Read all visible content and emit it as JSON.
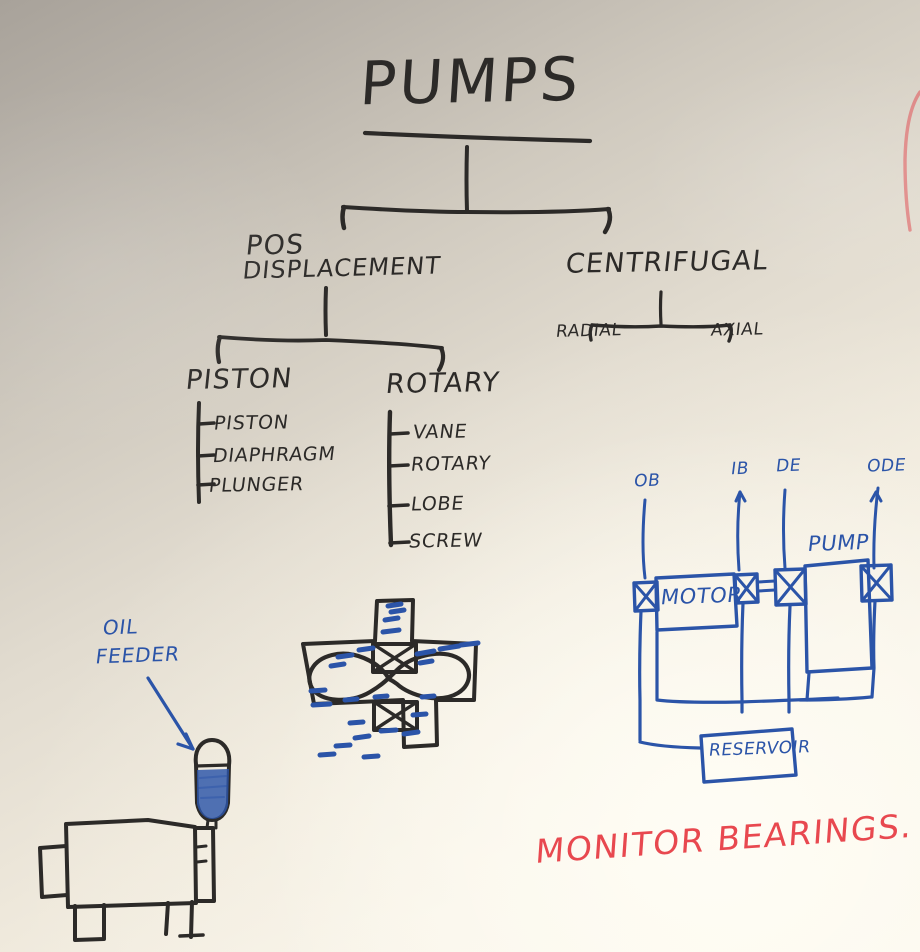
{
  "board": {
    "kind": "whiteboard-photo",
    "surface_color": "#efe9dc",
    "ink_black": "#2c2a28",
    "ink_blue": "#2b54a8",
    "ink_red": "#e8484f"
  },
  "tree": {
    "title": "PUMPS",
    "level1": [
      {
        "line1": "POS",
        "line2": "DISPLACEMENT"
      },
      {
        "line1": "CENTRIFUGAL",
        "line2": ""
      }
    ],
    "positive_displacement": {
      "children": [
        {
          "label": "PISTON",
          "items": [
            "PISTON",
            "DIAPHRAGM",
            "PLUNGER"
          ]
        },
        {
          "label": "ROTARY",
          "items": [
            "VANE",
            "ROTARY",
            "LOBE",
            "SCREW"
          ]
        }
      ]
    },
    "centrifugal": {
      "children": [
        {
          "label": "RADIAL"
        },
        {
          "label": "AXIAL"
        }
      ]
    }
  },
  "sketches": {
    "oil_feeder": {
      "label_line1": "OIL",
      "label_line2": "FEEDER"
    },
    "lobe_pump": {
      "name": "lobe-pump-cross-section"
    },
    "bearing_housing": {
      "name": "bearing-housing-with-oil-feeder"
    }
  },
  "train_diagram": {
    "bearing_labels": [
      "OB",
      "IB",
      "DE",
      "ODE"
    ],
    "motor_label": "MOTOR",
    "pump_label": "PUMP",
    "reservoir_label": "RESERVOIR"
  },
  "note": {
    "text": "MONITOR  BEARINGS."
  }
}
